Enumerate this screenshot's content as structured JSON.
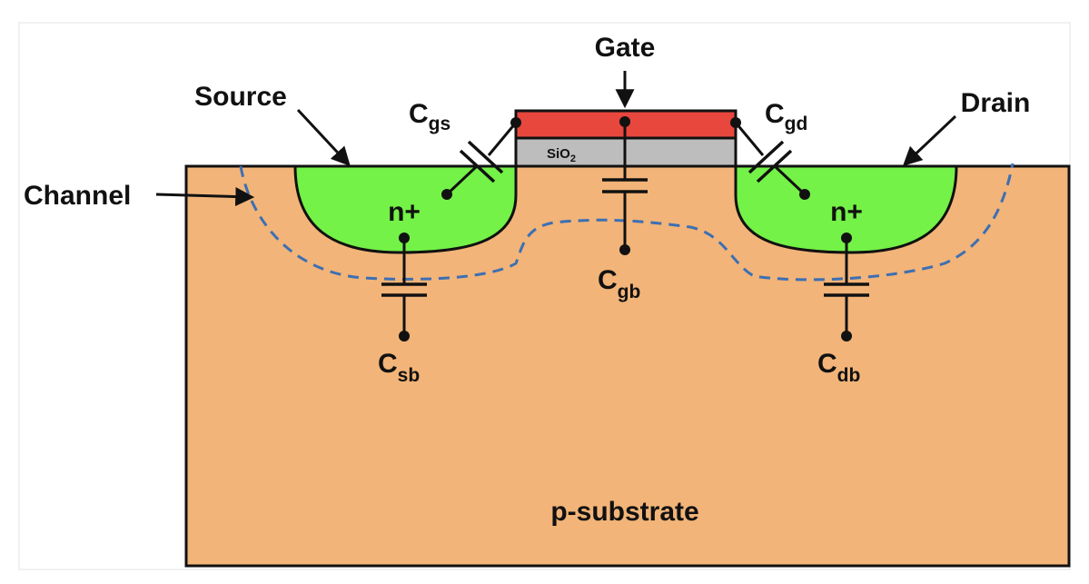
{
  "labels": {
    "gate": "Gate",
    "source": "Source",
    "drain": "Drain",
    "channel": "Channel",
    "sio2_main": "SiO",
    "sio2_sub": "2",
    "n_plus_left": "n+",
    "n_plus_right": "n+",
    "substrate": "p-substrate",
    "cap_main": "C",
    "cgs_sub": "gs",
    "cgd_sub": "gd",
    "cgb_sub": "gb",
    "csb_sub": "sb",
    "cdb_sub": "db"
  },
  "colors": {
    "substrate": "#F2B478",
    "n_region": "#74F247",
    "gate": "#E8473E",
    "oxide": "#BDBDBD",
    "channel_line": "#3C6FB4",
    "outline": "#111111",
    "background": "#FFFFFF"
  }
}
